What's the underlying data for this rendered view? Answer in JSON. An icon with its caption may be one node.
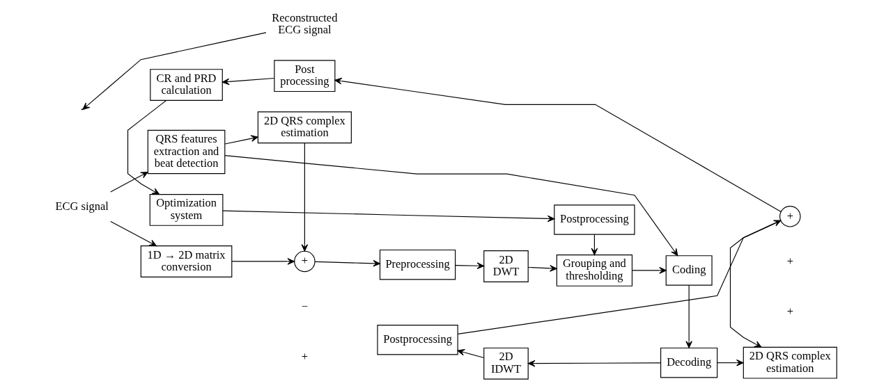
{
  "diagram": {
    "nodes": [
      {
        "text": [
          "ECG signal"
        ]
      },
      {
        "text": [
          "QRS features extraction and beat detection"
        ]
      },
      {
        "text": [
          "2D QRS complex estimation"
        ]
      },
      {
        "text": [
          "1D → 2D matrix conversion"
        ]
      },
      {
        "text": [
          "+"
        ]
      },
      {
        "text": [
          "Preprocessing"
        ]
      },
      {
        "text": [
          "2D DWT"
        ]
      },
      {
        "text": [
          "Grouping and thresholding"
        ]
      },
      {
        "text": [
          "Coding"
        ]
      },
      {
        "text": [
          "Optimization system"
        ]
      },
      {
        "text": [
          "Postprocessing"
        ]
      },
      {
        "text": [
          "CR and PRD calculation"
        ]
      },
      {
        "text": [
          "Post processing"
        ]
      },
      {
        "text": [
          "+"
        ]
      },
      {
        "text": [
          "Postprocessing"
        ]
      },
      {
        "text": [
          "2D IDWT"
        ]
      },
      {
        "text": [
          "Decoding"
        ]
      },
      {
        "text": [
          "Reconstructed ECG signal"
        ]
      },
      {
        "text": [
          "2D QRS complex estimation"
        ]
      }
    ],
    "edges": [
      {
        "from": 0,
        "to": 1,
        "arrow": "to"
      },
      {
        "from": 0,
        "to": 3,
        "arrow": "to"
      },
      {
        "from": 1,
        "to": 2,
        "arrow": "to"
      },
      {
        "from": 1,
        "to": 8,
        "arrow": "to"
      },
      {
        "from": 2,
        "to": 4,
        "arrow": "to"
      },
      {
        "from": 3,
        "to": 4,
        "arrow": "to"
      },
      {
        "from": 4,
        "to": 5,
        "arrow": "to"
      },
      {
        "from": 5,
        "to": 6,
        "arrow": "to"
      },
      {
        "from": 6,
        "to": 7,
        "arrow": "to"
      },
      {
        "from": 7,
        "to": 8,
        "arrow": "to"
      },
      {
        "from": 10,
        "to": 7,
        "arrow": "to"
      },
      {
        "from": 9,
        "to": 10,
        "arrow": "to"
      },
      {
        "from": 11,
        "to": 9,
        "arrow": "to"
      },
      {
        "from": 8,
        "to": 16,
        "arrow": "to"
      },
      {
        "from": 16,
        "to": 15,
        "arrow": "to"
      },
      {
        "from": 15,
        "to": 14,
        "arrow": "to"
      },
      {
        "from": 14,
        "to": 13,
        "arrow": "to"
      },
      {
        "from": 13,
        "to": 12,
        "arrow": "to"
      },
      {
        "from": 12,
        "to": 11,
        "arrow": "to"
      },
      {
        "from": 13,
        "to": 18,
        "arrow": "to"
      },
      {
        "from": 16,
        "to": 18,
        "arrow": "to"
      },
      {
        "from": 17,
        "to": null,
        "arrow": "to"
      }
    ],
    "labels": [
      "−",
      "+",
      "+",
      "+"
    ]
  }
}
